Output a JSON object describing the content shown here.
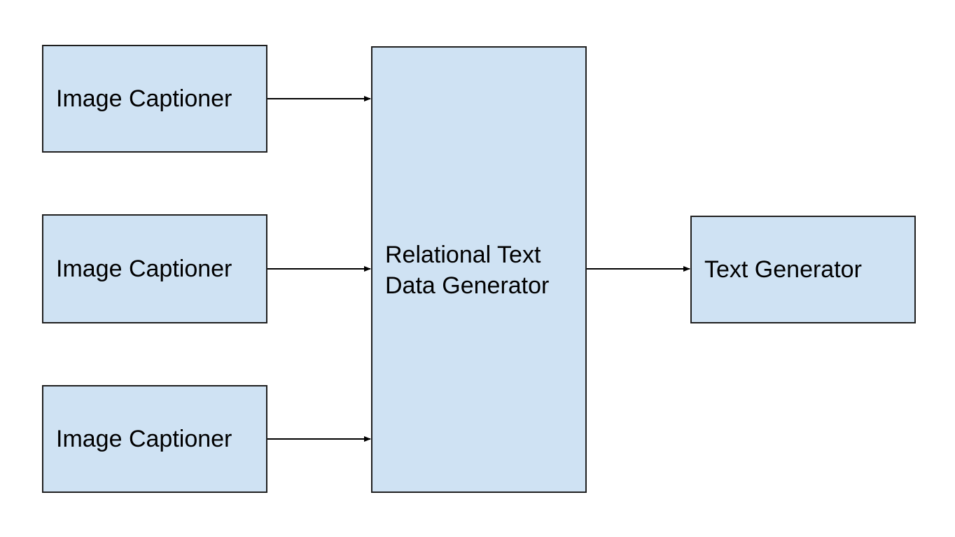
{
  "diagram": {
    "nodes": [
      {
        "id": "cap1",
        "label": "Image Captioner"
      },
      {
        "id": "cap2",
        "label": "Image Captioner"
      },
      {
        "id": "cap3",
        "label": "Image Captioner"
      },
      {
        "id": "rel",
        "label_lines": [
          "Relational Text",
          "Data Generator"
        ]
      },
      {
        "id": "gen",
        "label": "Text Generator"
      }
    ],
    "edges": [
      {
        "from": "cap1",
        "to": "rel"
      },
      {
        "from": "cap2",
        "to": "rel"
      },
      {
        "from": "cap3",
        "to": "rel"
      },
      {
        "from": "rel",
        "to": "gen"
      }
    ],
    "colors": {
      "box_fill": "#cfe2f3",
      "box_border": "#1f1f1f",
      "arrow": "#000000"
    }
  }
}
